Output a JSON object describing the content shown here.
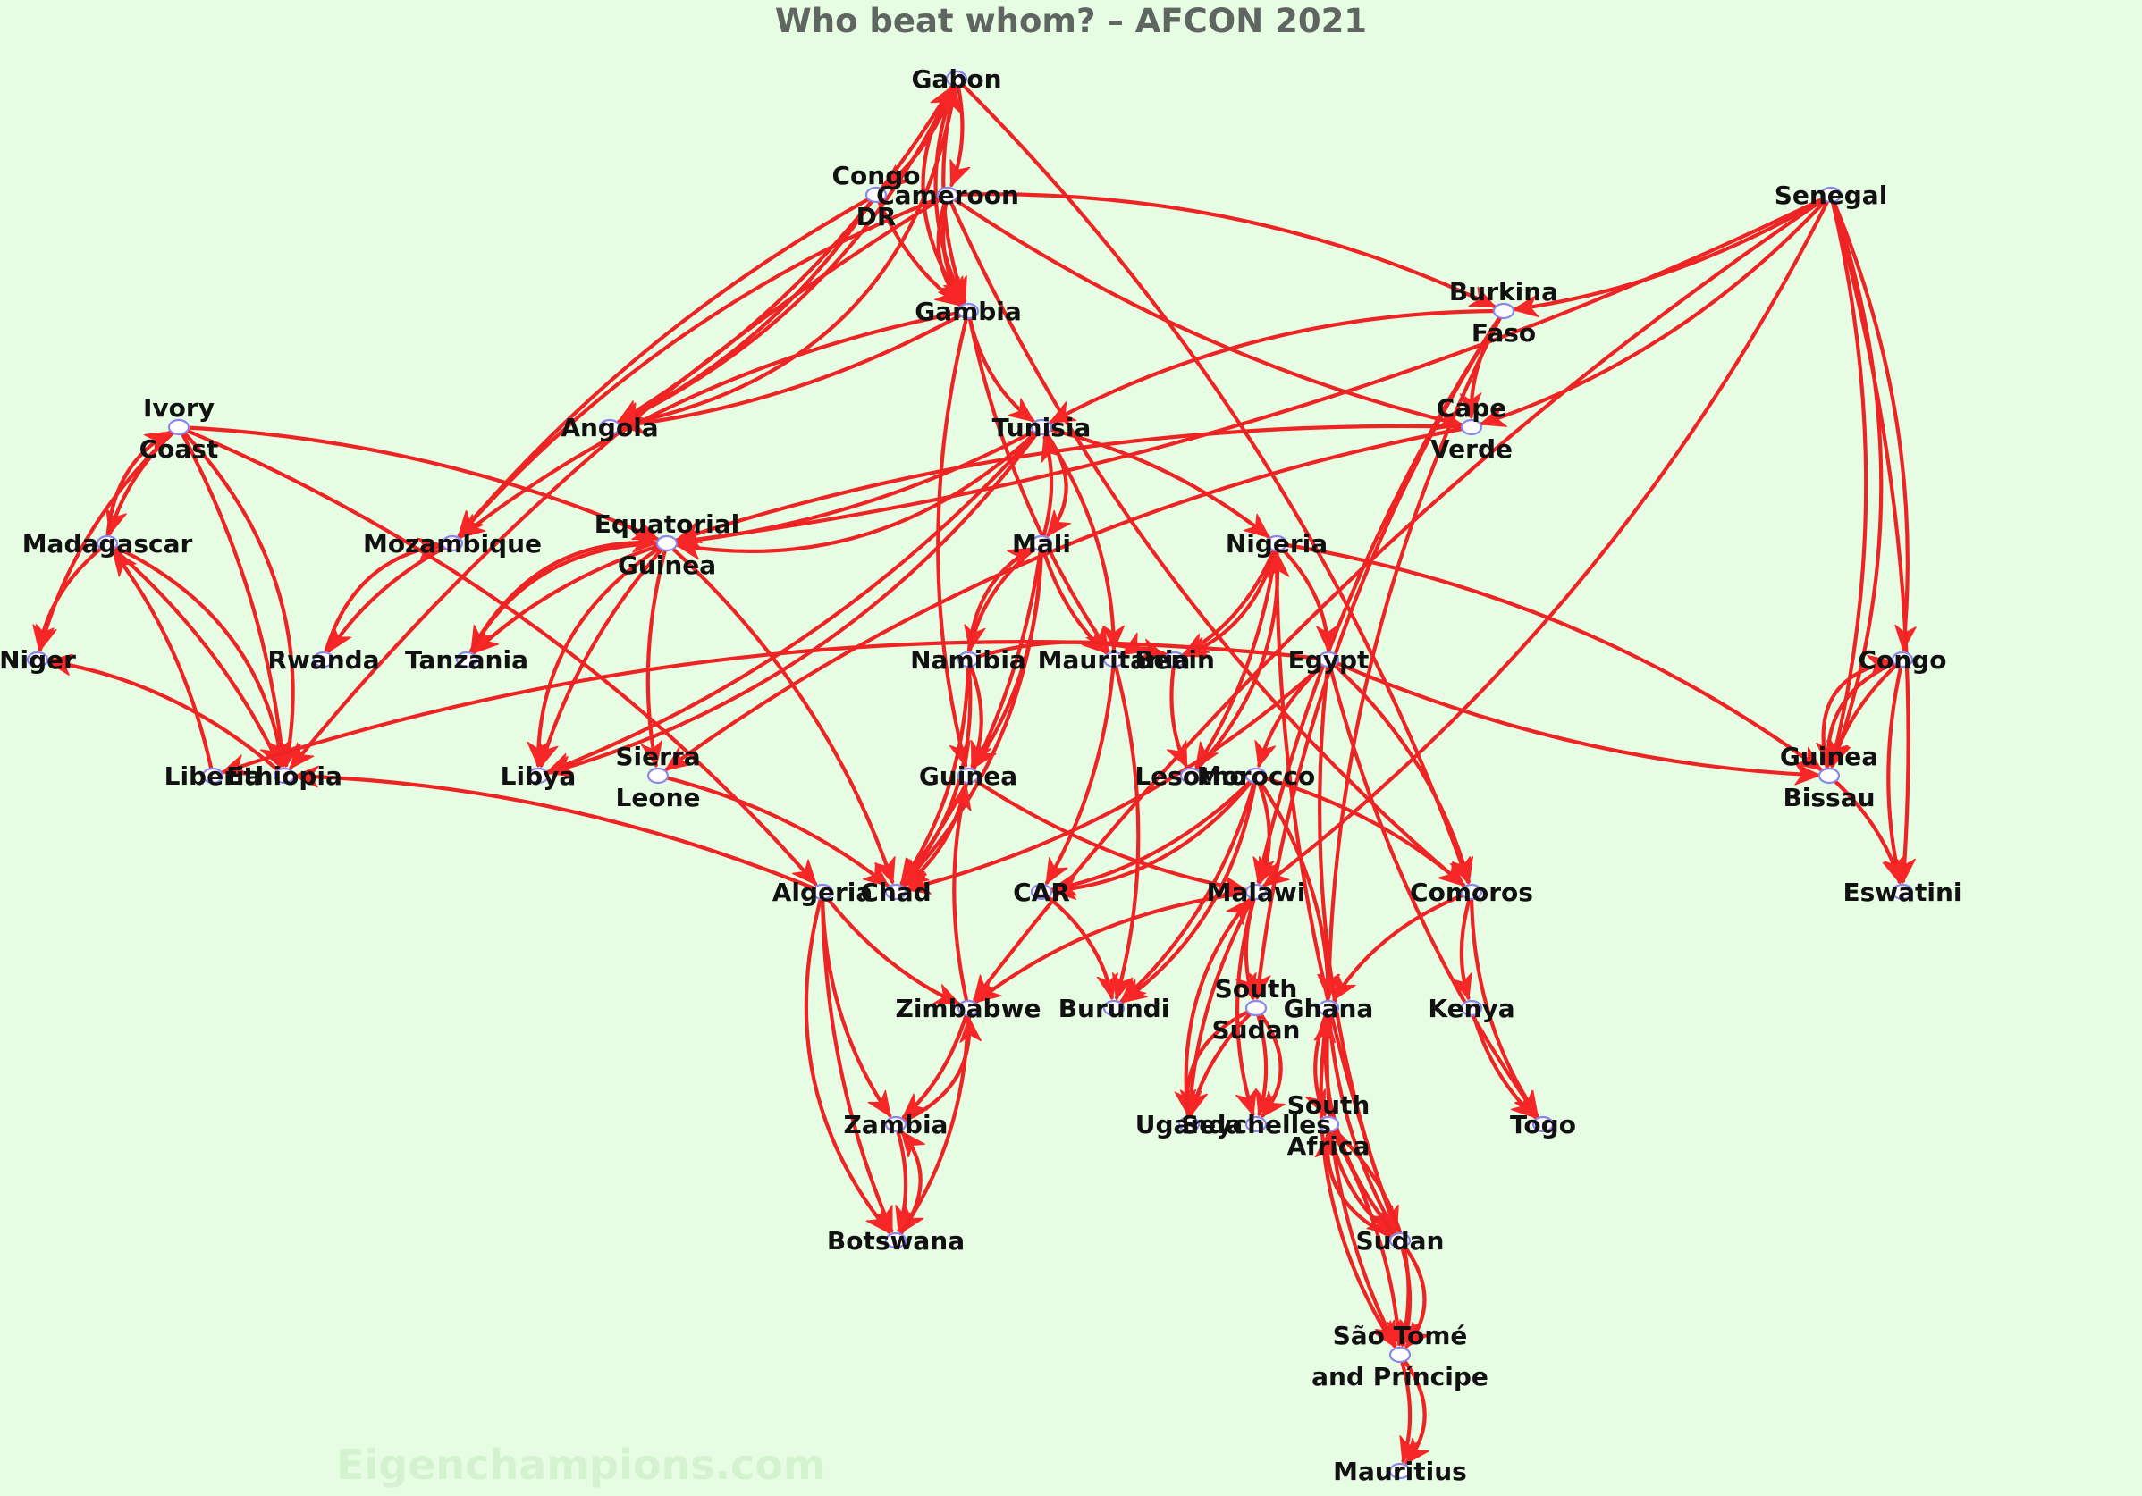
{
  "title": "Who beat whom? – AFCON 2021",
  "watermark": "Eigenchampions.com",
  "colors": {
    "background": "#e6fde3",
    "edge": "#ee2424",
    "node_fill": "#ffffff",
    "node_stroke": "#8a86ee",
    "label": "#111111",
    "title": "#5f6561"
  },
  "nodes": [
    {
      "id": "gabon",
      "label": [
        "Gabon"
      ]
    },
    {
      "id": "congo_dr",
      "label": [
        "Congo",
        "DR"
      ]
    },
    {
      "id": "cameroon",
      "label": [
        "Cameroon"
      ]
    },
    {
      "id": "senegal",
      "label": [
        "Senegal"
      ]
    },
    {
      "id": "burkina_faso",
      "label": [
        "Burkina",
        "Faso"
      ]
    },
    {
      "id": "gambia",
      "label": [
        "Gambia"
      ]
    },
    {
      "id": "cape_verde",
      "label": [
        "Cape",
        "Verde"
      ]
    },
    {
      "id": "angola",
      "label": [
        "Angola"
      ]
    },
    {
      "id": "tunisia",
      "label": [
        "Tunisia"
      ]
    },
    {
      "id": "ivory_coast",
      "label": [
        "Ivory",
        "Coast"
      ]
    },
    {
      "id": "madagascar",
      "label": [
        "Madagascar"
      ]
    },
    {
      "id": "mozambique",
      "label": [
        "Mozambique"
      ]
    },
    {
      "id": "equatorial_guinea",
      "label": [
        "Equatorial",
        "Guinea"
      ]
    },
    {
      "id": "mali",
      "label": [
        "Mali"
      ]
    },
    {
      "id": "nigeria",
      "label": [
        "Nigeria"
      ]
    },
    {
      "id": "niger",
      "label": [
        "Niger"
      ]
    },
    {
      "id": "rwanda",
      "label": [
        "Rwanda"
      ]
    },
    {
      "id": "tanzania",
      "label": [
        "Tanzania"
      ]
    },
    {
      "id": "namibia",
      "label": [
        "Namibia"
      ]
    },
    {
      "id": "mauritania",
      "label": [
        "Mauritania"
      ]
    },
    {
      "id": "benin",
      "label": [
        "Benin"
      ]
    },
    {
      "id": "egypt",
      "label": [
        "Egypt"
      ]
    },
    {
      "id": "congo",
      "label": [
        "Congo"
      ]
    },
    {
      "id": "liberia",
      "label": [
        "Liberia"
      ]
    },
    {
      "id": "ethiopia",
      "label": [
        "Ethiopia"
      ]
    },
    {
      "id": "libya",
      "label": [
        "Libya"
      ]
    },
    {
      "id": "sierra_leone",
      "label": [
        "Sierra",
        "Leone"
      ]
    },
    {
      "id": "guinea",
      "label": [
        "Guinea"
      ]
    },
    {
      "id": "lesotho",
      "label": [
        "Lesotho"
      ]
    },
    {
      "id": "morocco",
      "label": [
        "Morocco"
      ]
    },
    {
      "id": "guinea_bissau",
      "label": [
        "Guinea",
        "Bissau"
      ]
    },
    {
      "id": "algeria",
      "label": [
        "Algeria"
      ]
    },
    {
      "id": "chad",
      "label": [
        "Chad"
      ]
    },
    {
      "id": "car",
      "label": [
        "CAR"
      ]
    },
    {
      "id": "malawi",
      "label": [
        "Malawi"
      ]
    },
    {
      "id": "comoros",
      "label": [
        "Comoros"
      ]
    },
    {
      "id": "eswatini",
      "label": [
        "Eswatini"
      ]
    },
    {
      "id": "zimbabwe",
      "label": [
        "Zimbabwe"
      ]
    },
    {
      "id": "burundi",
      "label": [
        "Burundi"
      ]
    },
    {
      "id": "south_sudan",
      "label": [
        "South",
        "Sudan"
      ]
    },
    {
      "id": "ghana",
      "label": [
        "Ghana"
      ]
    },
    {
      "id": "kenya",
      "label": [
        "Kenya"
      ]
    },
    {
      "id": "zambia",
      "label": [
        "Zambia"
      ]
    },
    {
      "id": "uganda",
      "label": [
        "Uganda"
      ]
    },
    {
      "id": "seychelles",
      "label": [
        "Seychelles"
      ]
    },
    {
      "id": "south_africa",
      "label": [
        "South",
        "Africa"
      ]
    },
    {
      "id": "togo",
      "label": [
        "Togo"
      ]
    },
    {
      "id": "botswana",
      "label": [
        "Botswana"
      ]
    },
    {
      "id": "sudan",
      "label": [
        "Sudan"
      ]
    },
    {
      "id": "sao_tome",
      "label": [
        "São Tomé",
        "and Príncipe"
      ]
    },
    {
      "id": "mauritius",
      "label": [
        "Mauritius"
      ]
    }
  ],
  "edges": [
    [
      "gabon",
      "congo_dr"
    ],
    [
      "gabon",
      "angola"
    ],
    [
      "gabon",
      "angola"
    ],
    [
      "gabon",
      "gambia"
    ],
    [
      "gabon",
      "gambia"
    ],
    [
      "gabon",
      "comoros"
    ],
    [
      "gabon",
      "cameroon"
    ],
    [
      "angola",
      "gabon"
    ],
    [
      "gambia",
      "gabon"
    ],
    [
      "cameroon",
      "gambia"
    ],
    [
      "cameroon",
      "gambia"
    ],
    [
      "cameroon",
      "burkina_faso"
    ],
    [
      "cameroon",
      "cape_verde"
    ],
    [
      "cameroon",
      "comoros"
    ],
    [
      "cameroon",
      "ethiopia"
    ],
    [
      "cameroon",
      "mozambique"
    ],
    [
      "congo_dr",
      "gambia"
    ],
    [
      "congo_dr",
      "angola"
    ],
    [
      "congo_dr",
      "mozambique"
    ],
    [
      "gambia",
      "tunisia"
    ],
    [
      "gambia",
      "mauritania"
    ],
    [
      "gambia",
      "guinea"
    ],
    [
      "gambia",
      "angola"
    ],
    [
      "gambia",
      "mozambique"
    ],
    [
      "senegal",
      "burkina_faso"
    ],
    [
      "senegal",
      "cape_verde"
    ],
    [
      "senegal",
      "equatorial_guinea"
    ],
    [
      "senegal",
      "guinea_bissau"
    ],
    [
      "senegal",
      "guinea_bissau"
    ],
    [
      "senegal",
      "congo"
    ],
    [
      "senegal",
      "eswatini"
    ],
    [
      "senegal",
      "malawi"
    ],
    [
      "senegal",
      "zimbabwe"
    ],
    [
      "burkina_faso",
      "tunisia"
    ],
    [
      "burkina_faso",
      "cape_verde"
    ],
    [
      "burkina_faso",
      "ghana"
    ],
    [
      "burkina_faso",
      "malawi"
    ],
    [
      "burkina_faso",
      "south_sudan"
    ],
    [
      "cape_verde",
      "equatorial_guinea"
    ],
    [
      "cape_verde",
      "sierra_leone"
    ],
    [
      "tunisia",
      "equatorial_guinea"
    ],
    [
      "tunisia",
      "mauritania"
    ],
    [
      "tunisia",
      "nigeria"
    ],
    [
      "tunisia",
      "libya"
    ],
    [
      "tunisia",
      "libya"
    ],
    [
      "tunisia",
      "equatorial_guinea"
    ],
    [
      "mali",
      "tunisia"
    ],
    [
      "mali",
      "namibia"
    ],
    [
      "mali",
      "mauritania"
    ],
    [
      "mali",
      "chad"
    ],
    [
      "mali",
      "chad"
    ],
    [
      "mali",
      "guinea"
    ],
    [
      "ivory_coast",
      "madagascar"
    ],
    [
      "ivory_coast",
      "niger"
    ],
    [
      "ivory_coast",
      "ethiopia"
    ],
    [
      "ivory_coast",
      "ethiopia"
    ],
    [
      "ivory_coast",
      "equatorial_guinea"
    ],
    [
      "ivory_coast",
      "algeria"
    ],
    [
      "madagascar",
      "ivory_coast"
    ],
    [
      "madagascar",
      "niger"
    ],
    [
      "madagascar",
      "ethiopia"
    ],
    [
      "madagascar",
      "ethiopia"
    ],
    [
      "liberia",
      "madagascar"
    ],
    [
      "ethiopia",
      "niger"
    ],
    [
      "mozambique",
      "rwanda"
    ],
    [
      "rwanda",
      "mozambique"
    ],
    [
      "equatorial_guinea",
      "tanzania"
    ],
    [
      "equatorial_guinea",
      "tanzania"
    ],
    [
      "equatorial_guinea",
      "libya"
    ],
    [
      "equatorial_guinea",
      "libya"
    ],
    [
      "equatorial_guinea",
      "sierra_leone"
    ],
    [
      "equatorial_guinea",
      "chad"
    ],
    [
      "tanzania",
      "equatorial_guinea"
    ],
    [
      "nigeria",
      "benin"
    ],
    [
      "nigeria",
      "benin"
    ],
    [
      "nigeria",
      "egypt"
    ],
    [
      "nigeria",
      "lesotho"
    ],
    [
      "nigeria",
      "guinea_bissau"
    ],
    [
      "nigeria",
      "sudan"
    ],
    [
      "namibia",
      "chad"
    ],
    [
      "namibia",
      "chad"
    ],
    [
      "namibia",
      "guinea"
    ],
    [
      "namibia",
      "mali"
    ],
    [
      "namibia",
      "benin"
    ],
    [
      "mauritania",
      "car"
    ],
    [
      "mauritania",
      "burundi"
    ],
    [
      "benin",
      "lesotho"
    ],
    [
      "benin",
      "mauritania"
    ],
    [
      "egypt",
      "morocco"
    ],
    [
      "egypt",
      "comoros"
    ],
    [
      "egypt",
      "togo"
    ],
    [
      "egypt",
      "sudan"
    ],
    [
      "egypt",
      "guinea_bissau"
    ],
    [
      "egypt",
      "liberia"
    ],
    [
      "congo",
      "guinea_bissau"
    ],
    [
      "congo",
      "guinea_bissau"
    ],
    [
      "congo",
      "eswatini"
    ],
    [
      "guinea_bissau",
      "congo"
    ],
    [
      "guinea_bissau",
      "eswatini"
    ],
    [
      "morocco",
      "car"
    ],
    [
      "morocco",
      "car"
    ],
    [
      "morocco",
      "malawi"
    ],
    [
      "morocco",
      "comoros"
    ],
    [
      "morocco",
      "burundi"
    ],
    [
      "morocco",
      "burundi"
    ],
    [
      "morocco",
      "ghana"
    ],
    [
      "guinea",
      "malawi"
    ],
    [
      "guinea",
      "chad"
    ],
    [
      "algeria",
      "zimbabwe"
    ],
    [
      "algeria",
      "zambia"
    ],
    [
      "algeria",
      "botswana"
    ],
    [
      "algeria",
      "botswana"
    ],
    [
      "algeria",
      "ethiopia"
    ],
    [
      "car",
      "burundi"
    ],
    [
      "malawi",
      "south_sudan"
    ],
    [
      "malawi",
      "zimbabwe"
    ],
    [
      "malawi",
      "uganda"
    ],
    [
      "malawi",
      "seychelles"
    ],
    [
      "zimbabwe",
      "zambia"
    ],
    [
      "zimbabwe",
      "botswana"
    ],
    [
      "zimbabwe",
      "guinea"
    ],
    [
      "zambia",
      "zimbabwe"
    ],
    [
      "zambia",
      "botswana"
    ],
    [
      "botswana",
      "zambia"
    ],
    [
      "south_sudan",
      "uganda"
    ],
    [
      "south_sudan",
      "uganda"
    ],
    [
      "south_sudan",
      "seychelles"
    ],
    [
      "south_sudan",
      "seychelles"
    ],
    [
      "uganda",
      "malawi"
    ],
    [
      "ghana",
      "south_africa"
    ],
    [
      "ghana",
      "sudan"
    ],
    [
      "ghana",
      "sao_tome"
    ],
    [
      "ghana",
      "sao_tome"
    ],
    [
      "comoros",
      "ghana"
    ],
    [
      "comoros",
      "kenya"
    ],
    [
      "comoros",
      "togo"
    ],
    [
      "kenya",
      "togo"
    ],
    [
      "south_africa",
      "sudan"
    ],
    [
      "south_africa",
      "sao_tome"
    ],
    [
      "south_africa",
      "sao_tome"
    ],
    [
      "sudan",
      "ghana"
    ],
    [
      "sudan",
      "south_africa"
    ],
    [
      "sudan",
      "sao_tome"
    ],
    [
      "sudan",
      "sao_tome"
    ],
    [
      "sao_tome",
      "mauritius"
    ],
    [
      "sao_tome",
      "mauritius"
    ],
    [
      "lesotho",
      "nigeria"
    ],
    [
      "tunisia",
      "mali"
    ],
    [
      "sierra_leone",
      "chad"
    ],
    [
      "egypt",
      "chad"
    ]
  ]
}
